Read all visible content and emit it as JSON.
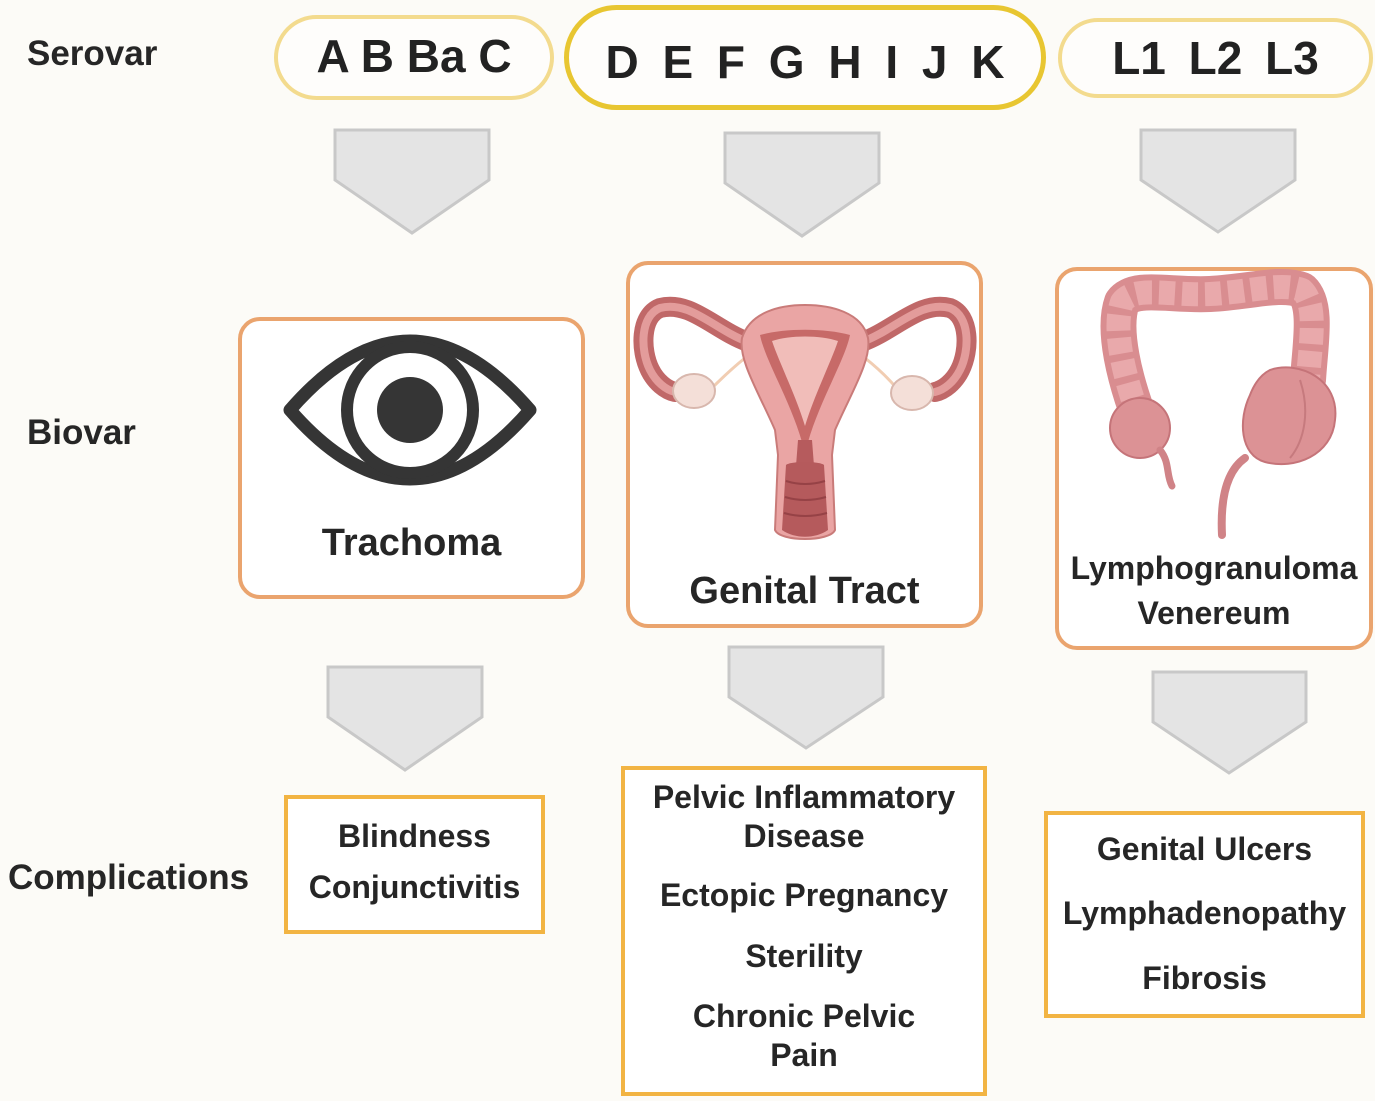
{
  "row_labels": {
    "serovar": "Serovar",
    "biovar": "Biovar",
    "complications": "Complications"
  },
  "serovars": [
    {
      "label": "A B Ba C"
    },
    {
      "label": "D E F G H I J K"
    },
    {
      "label": "L1 L2 L3"
    }
  ],
  "biovars": [
    {
      "label_lines": [
        "Trachoma"
      ],
      "icon": "eye-icon"
    },
    {
      "label_lines": [
        "Genital Tract"
      ],
      "icon": "uterus-illustration"
    },
    {
      "label_lines": [
        "Lymphogranuloma",
        "Venereum"
      ],
      "icon": "colon-illustration"
    }
  ],
  "complications": [
    {
      "items": [
        [
          "Blindness"
        ],
        [
          "Conjunctivitis"
        ]
      ]
    },
    {
      "items": [
        [
          "Pelvic Inflammatory",
          "Disease"
        ],
        [
          "Ectopic Pregnancy"
        ],
        [
          "Sterility"
        ],
        [
          "Chronic Pelvic",
          "Pain"
        ]
      ]
    },
    {
      "items": [
        [
          "Genital Ulcers"
        ],
        [
          "Lymphadenopathy"
        ],
        [
          "Fibrosis"
        ]
      ]
    }
  ],
  "colors": {
    "background": "#fcfbf7",
    "text": "#262626",
    "serovar_border_pale": "#f3db8e",
    "serovar_border_highlight": "#e8c631",
    "biovar_border": "#eaa46e",
    "complication_border": "#f2b443",
    "arrow_fill": "#e4e4e4",
    "arrow_stroke": "#c8c8c8",
    "eye_icon": "#353535",
    "tissue_pink": "#eaa5a4",
    "tissue_dark": "#c06868"
  }
}
